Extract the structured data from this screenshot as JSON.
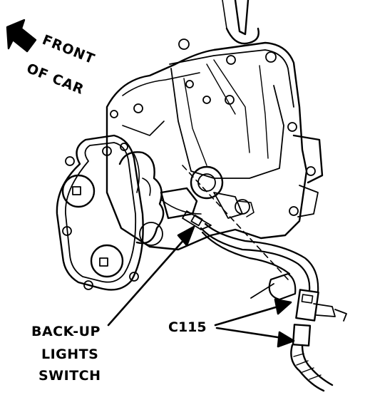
{
  "diagram": {
    "direction_label_line1": "FRONT",
    "direction_label_line2": "OF CAR",
    "switch_label_line1": "BACK-UP",
    "switch_label_line2": "LIGHTS",
    "switch_label_line3": "SWITCH",
    "connector_label": "C115"
  },
  "colors": {
    "ink": "#000000",
    "paper": "#ffffff"
  },
  "icons": {
    "direction_arrow": "arrow-up-left-icon"
  }
}
